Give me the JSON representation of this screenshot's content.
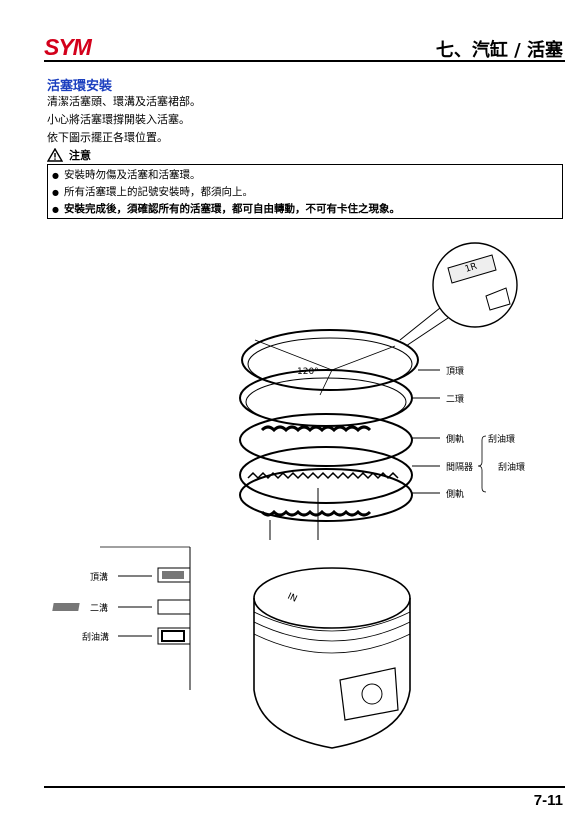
{
  "header": {
    "brand": "SYM",
    "chapter": "七、汽缸 / 活塞"
  },
  "section": {
    "title": "活塞環安裝",
    "paragraphs": [
      "清潔活塞頭、環溝及活塞裙部。",
      "小心將活塞環撐開裝入活塞。",
      "依下圖示擺正各環位置。"
    ]
  },
  "caution": {
    "label": "注意",
    "items": [
      "安裝時勿傷及活塞和活塞環。",
      "所有活塞環上的記號安裝時，都須向上。",
      "安裝完成後，須確認所有的活塞環，都可自由轉動，不可有卡住之現象。"
    ]
  },
  "diagram": {
    "ring_mark": "1R",
    "angle": "120°",
    "ring_labels": [
      "頂環",
      "二環",
      "側軌",
      "間隔器",
      "側軌"
    ],
    "group_labels": [
      "刮油環",
      "刮油環"
    ],
    "groove_labels": [
      "頂溝",
      "二溝",
      "刮油溝"
    ],
    "piston_mark": "IN"
  },
  "footer": {
    "page": "7-11"
  }
}
